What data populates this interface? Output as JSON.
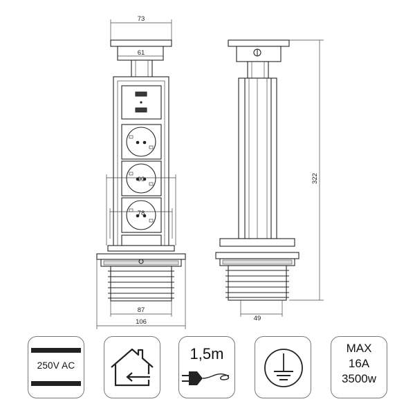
{
  "dimensions": {
    "top_width": "73",
    "neck_width": "61",
    "body_width": "90",
    "socket_width": "78",
    "flange_inner": "87",
    "flange_outer": "106",
    "height": "322",
    "side_base_width": "49"
  },
  "icons": {
    "voltage": {
      "label": "250V AC"
    },
    "indoor_use": {
      "icon": "house-arrow-icon"
    },
    "cable_length": {
      "label": "1,5m",
      "icon": "plug-cable-icon"
    },
    "ground": {
      "icon": "earth-ground-icon"
    },
    "max_rating": {
      "lines": [
        "MAX",
        "16A",
        "3500w"
      ]
    }
  },
  "colors": {
    "line": "#222222",
    "icon_border": "#777777"
  }
}
